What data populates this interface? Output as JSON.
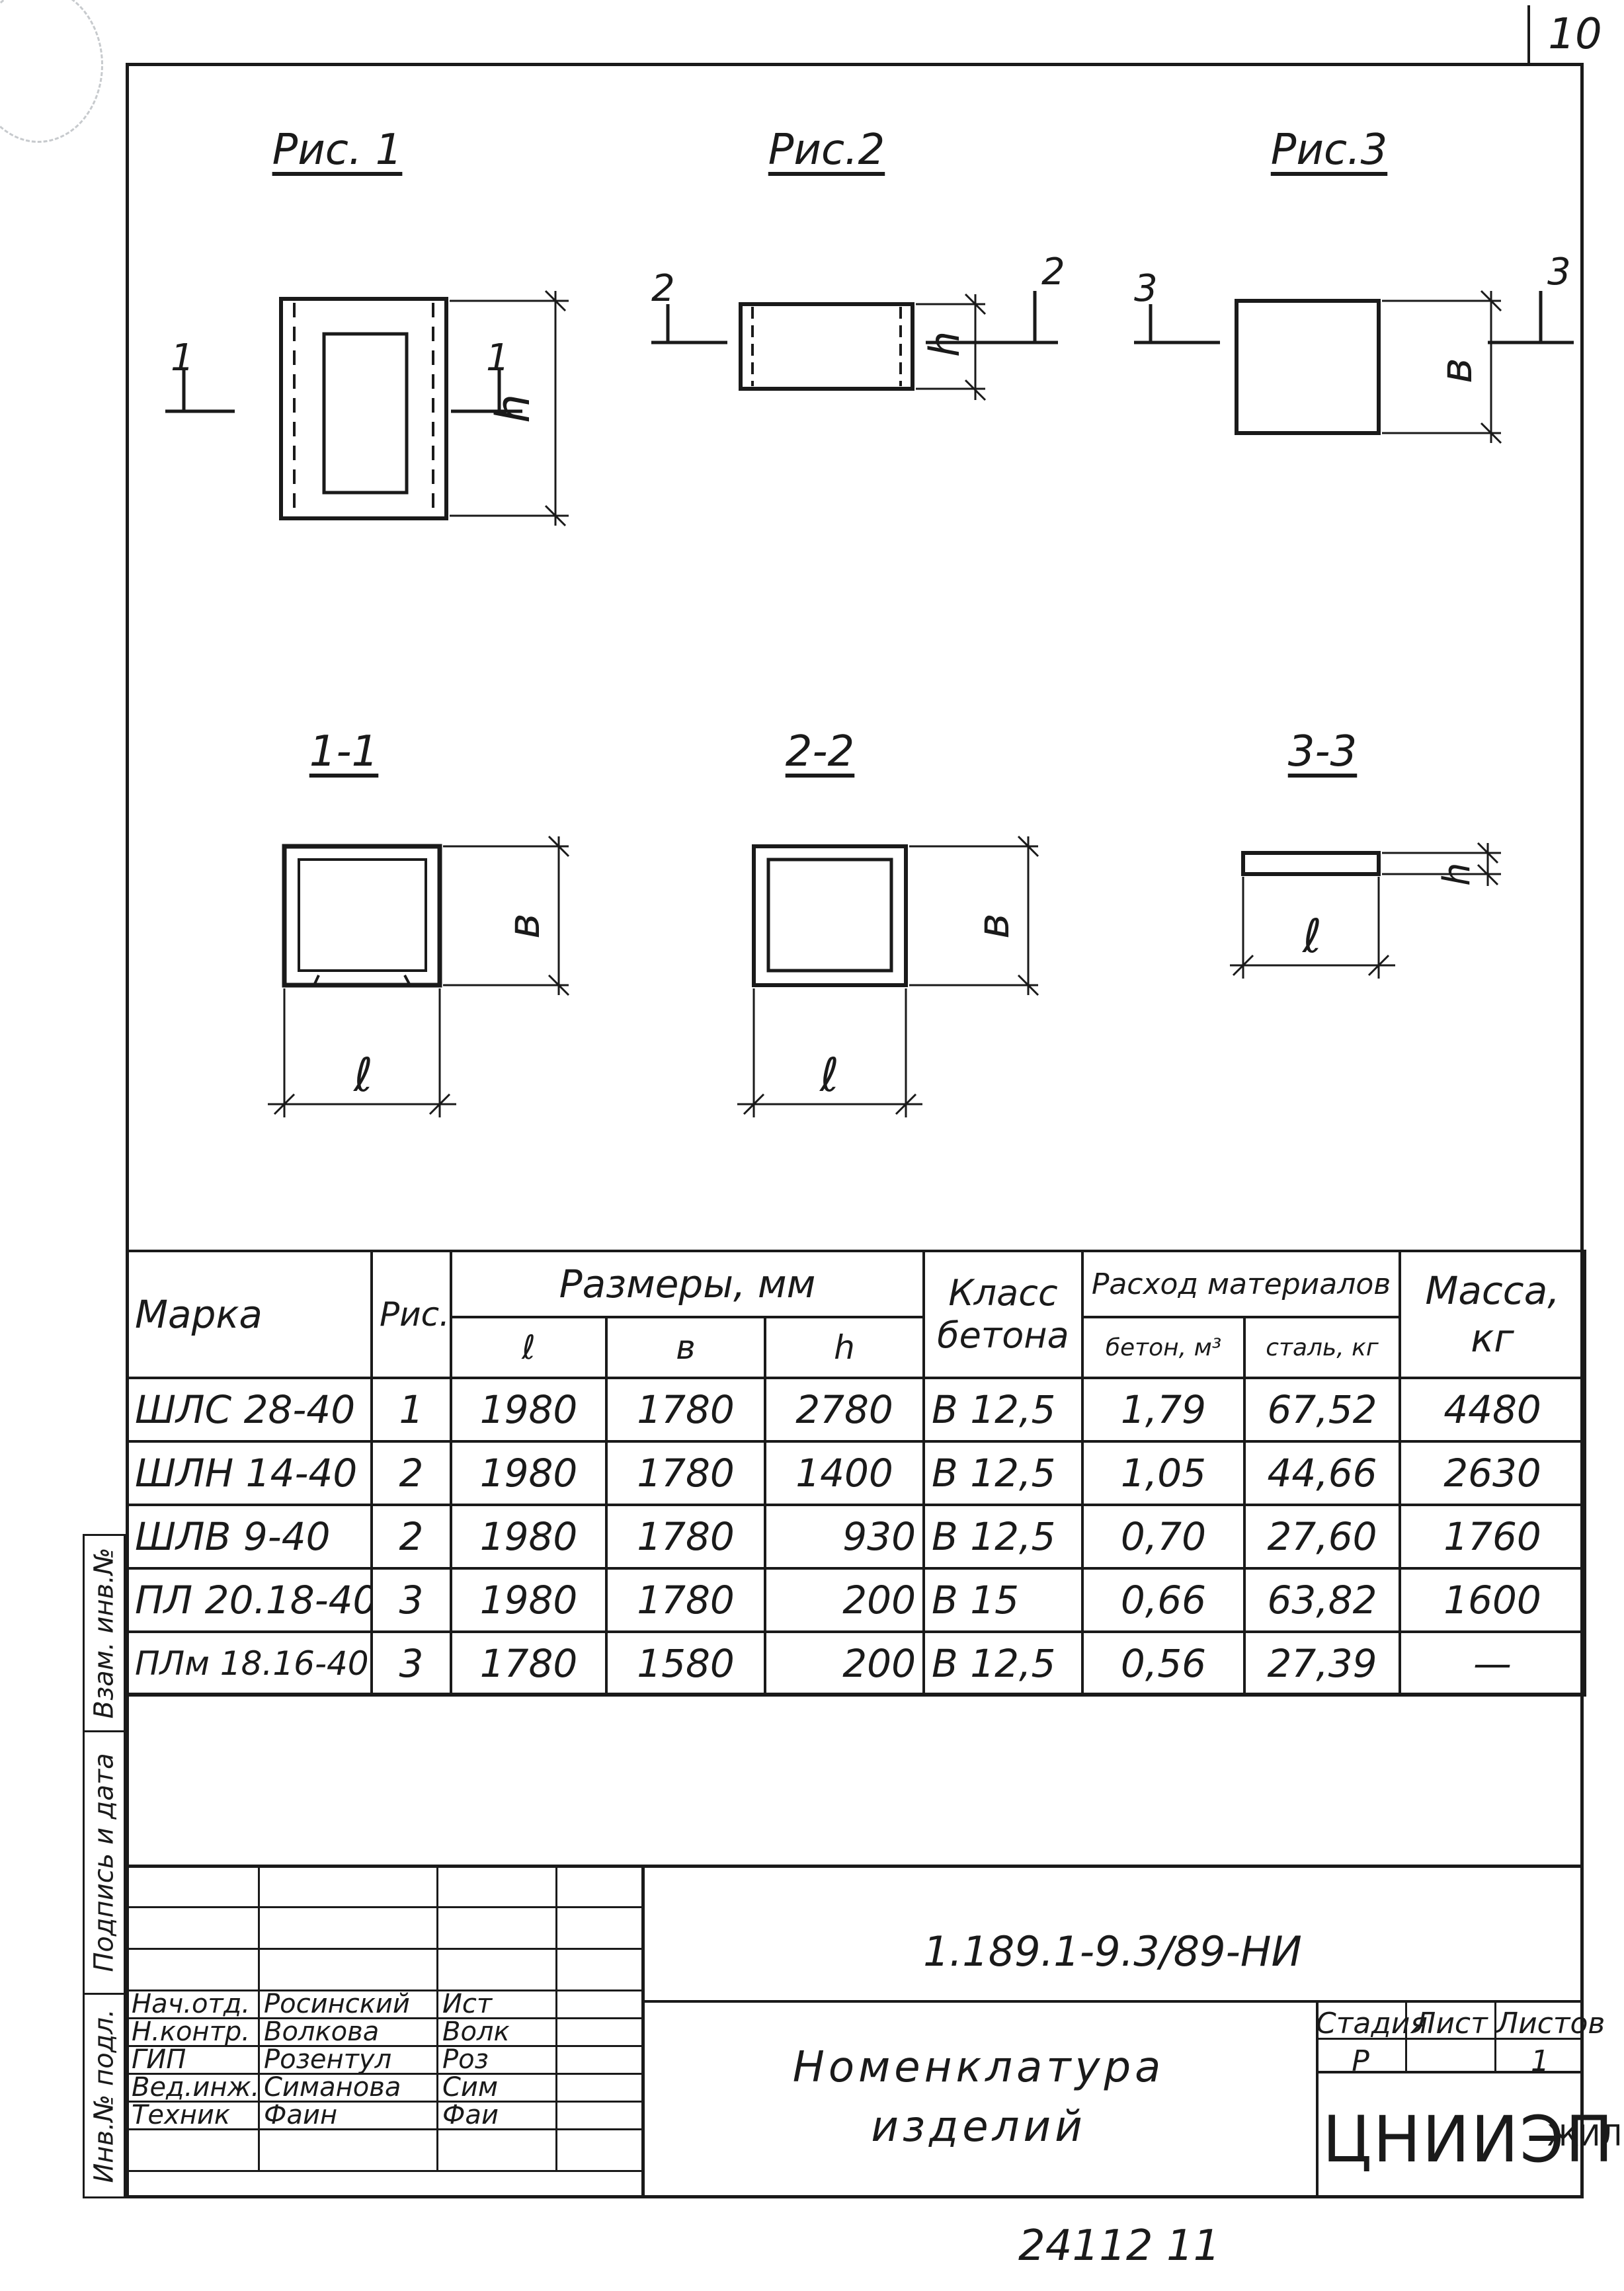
{
  "sheet_number": "10",
  "drawings": {
    "fig1": {
      "label": "Рис. 1",
      "section_mark": "1",
      "dim_h": "h"
    },
    "fig2": {
      "label": "Рис.2",
      "section_mark": "2",
      "dim_h": "h"
    },
    "fig3": {
      "label": "Рис.3",
      "section_mark": "3",
      "dim_b": "в"
    },
    "sec11": {
      "label": "1-1",
      "dim_b": "в",
      "dim_l": "ℓ"
    },
    "sec22": {
      "label": "2-2",
      "dim_b": "в",
      "dim_l": "ℓ"
    },
    "sec33": {
      "label": "3-3",
      "dim_h": "h",
      "dim_l": "ℓ"
    }
  },
  "table": {
    "headers": {
      "mark": "Марка",
      "fig": "Рис.",
      "dims": "Размеры, мм",
      "l": "ℓ",
      "b": "в",
      "h": "h",
      "concrete_class": "Класс бетона",
      "materials": "Расход материалов",
      "concrete": "бетон, м³",
      "steel": "сталь, кг",
      "mass": "Масса, кг"
    },
    "rows": [
      {
        "mark": "ШЛС 28-40",
        "fig": "1",
        "l": "1980",
        "b": "1780",
        "h": "2780",
        "class": "В 12,5",
        "concrete": "1,79",
        "steel": "67,52",
        "mass": "4480"
      },
      {
        "mark": "ШЛН 14-40",
        "fig": "2",
        "l": "1980",
        "b": "1780",
        "h": "1400",
        "class": "В 12,5",
        "concrete": "1,05",
        "steel": "44,66",
        "mass": "2630"
      },
      {
        "mark": "ШЛВ 9-40",
        "fig": "2",
        "l": "1980",
        "b": "1780",
        "h": "930",
        "class": "В 12,5",
        "concrete": "0,70",
        "steel": "27,60",
        "mass": "1760"
      },
      {
        "mark": "ПЛ 20.18-40",
        "fig": "3",
        "l": "1980",
        "b": "1780",
        "h": "200",
        "class": "В 15",
        "concrete": "0,66",
        "steel": "63,82",
        "mass": "1600"
      },
      {
        "mark": "ПЛм 18.16-40",
        "fig": "3",
        "l": "1780",
        "b": "1580",
        "h": "200",
        "class": "В 12,5",
        "concrete": "0,56",
        "steel": "27,39",
        "mass": "—"
      }
    ]
  },
  "title_block": {
    "doc_code": "1.189.1-9.3/89-НИ",
    "title_line1": "Номенклатура",
    "title_line2": "изделий",
    "stage_header": "Стадия",
    "sheet_header": "Лист",
    "sheets_header": "Листов",
    "stage_value": "Р",
    "sheet_value": "",
    "sheets_value": "1",
    "org": "ЦНИИЭП",
    "org_sub": "ЖИЛИЩА",
    "signatures": [
      {
        "role": "Нач.отд.",
        "name": "Росинский",
        "sign": "Ист"
      },
      {
        "role": "Н.контр.",
        "name": "Волкова",
        "sign": "Волк"
      },
      {
        "role": "ГИП",
        "name": "Розентул",
        "sign": "Роз"
      },
      {
        "role": "Вед.инж.",
        "name": "Симанова",
        "sign": "Сим"
      },
      {
        "role": "Техник",
        "name": "Фаин",
        "sign": "Фаи"
      }
    ]
  },
  "side_strip": {
    "inv_orig": "Инв.№ подл.",
    "sign_date": "Подпись и дата",
    "inv_repl": "Взам. инв.№"
  },
  "archive_number": "24112 11"
}
